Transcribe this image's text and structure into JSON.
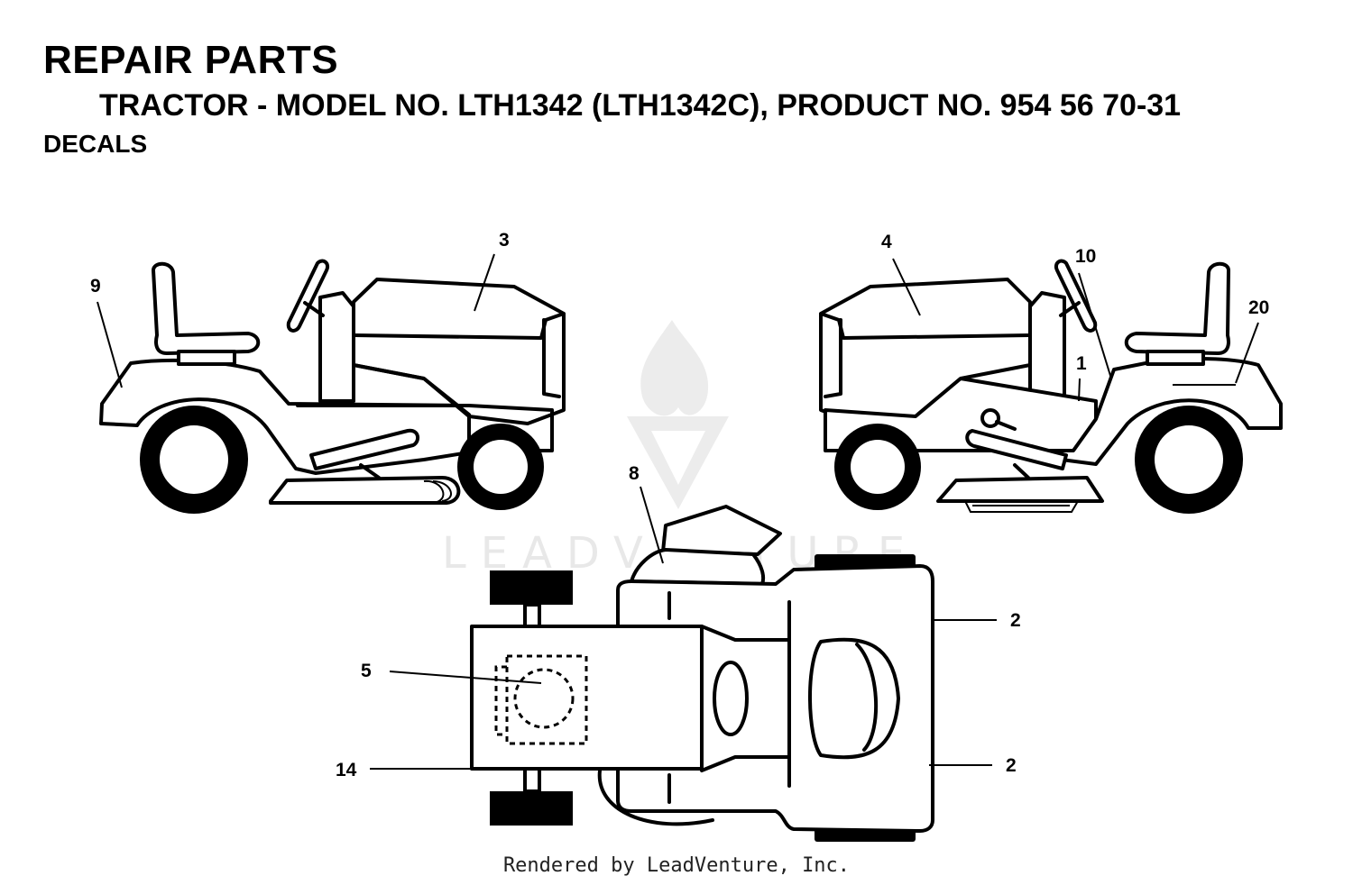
{
  "header": {
    "title": "REPAIR PARTS",
    "subtitle": "TRACTOR - MODEL NO. LTH1342 (LTH1342C), PRODUCT NO. 954 56 70-31",
    "section": "DECALS"
  },
  "callouts": {
    "c3": "3",
    "c9": "9",
    "c4": "4",
    "c10": "10",
    "c20": "20",
    "c1": "1",
    "c8": "8",
    "c2a": "2",
    "c2b": "2",
    "c5": "5",
    "c14": "14"
  },
  "watermark": "LEADVENTURE",
  "footer": "Rendered by LeadVenture, Inc."
}
